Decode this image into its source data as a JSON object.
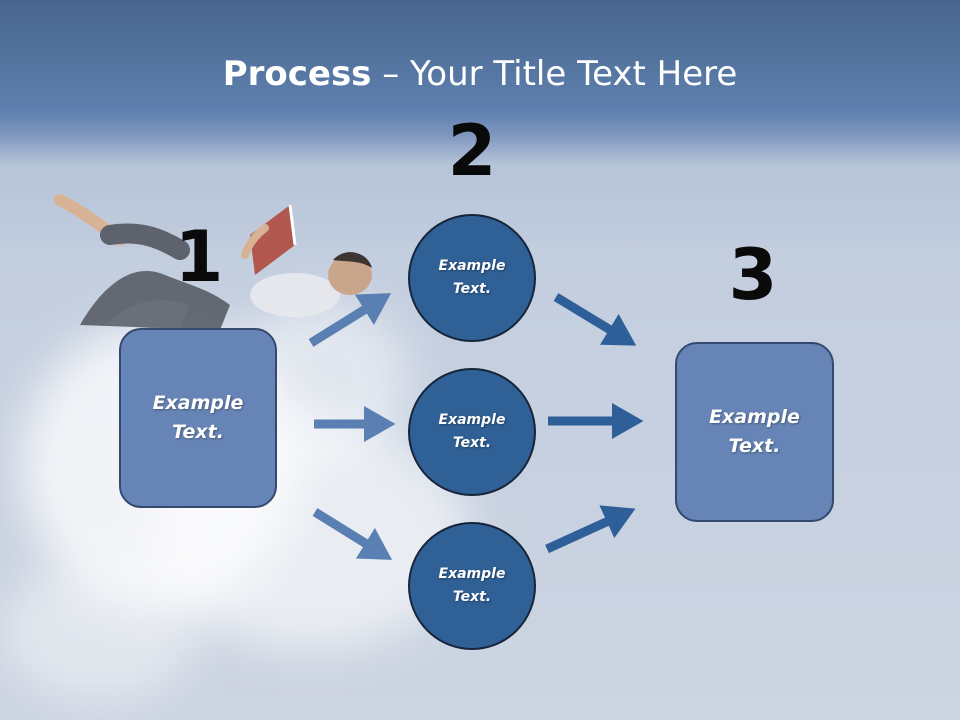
{
  "title": {
    "bold": "Process",
    "rest": " – Your Title Text Here"
  },
  "steps": [
    {
      "number": "1",
      "text": "Example\nText."
    },
    {
      "number": "2",
      "circles": [
        "Example\nText.",
        "Example\nText.",
        "Example\nText."
      ]
    },
    {
      "number": "3",
      "text": "Example\nText."
    }
  ],
  "colors": {
    "box_fill": "#6685b6",
    "circle_fill": "#2f6096",
    "arrow_left": "#5a7fb3",
    "arrow_right": "#2f5f99"
  }
}
